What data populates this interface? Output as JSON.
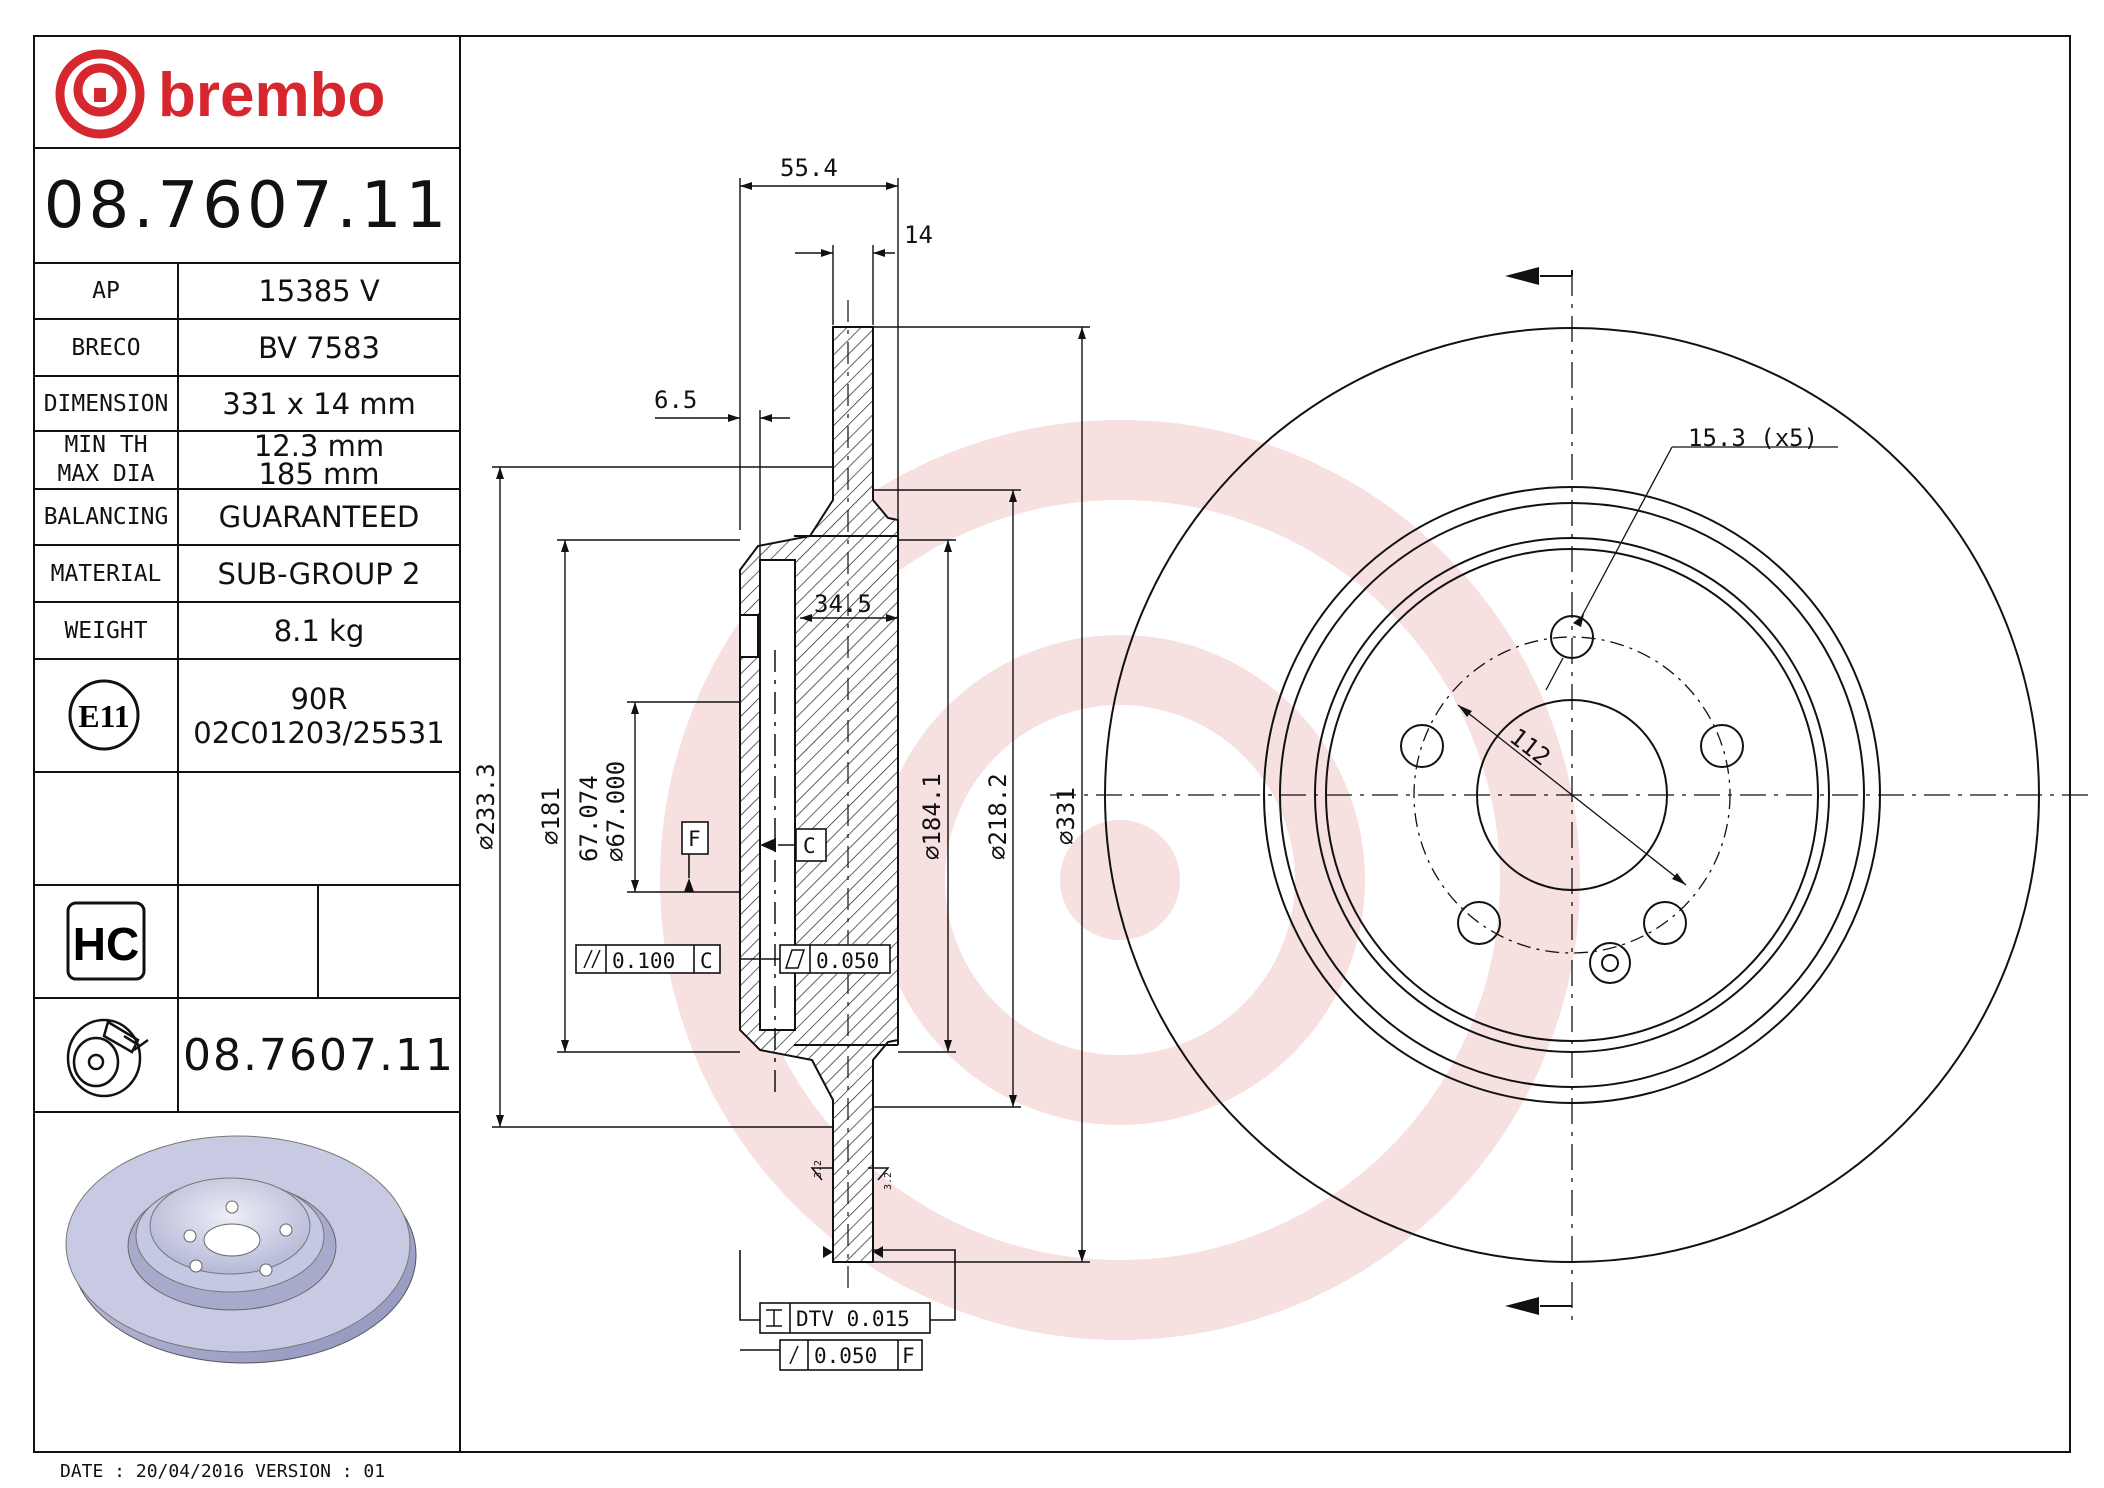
{
  "brand": {
    "name": "brembo",
    "color": "#d6262e"
  },
  "part_number": "08.7607.11",
  "specs": {
    "ap_label": "AP",
    "ap_value": "15385 V",
    "breco_label": "BRECO",
    "breco_value": "BV 7583",
    "dimension_label": "DIMENSION",
    "dimension_value": "331 x 14 mm",
    "min_th_label": "MIN TH",
    "min_th_value": "12.3 mm",
    "max_dia_label": "MAX DIA",
    "max_dia_value": "185 mm",
    "balancing_label": "BALANCING",
    "balancing_value": "GUARANTEED",
    "material_label": "MATERIAL",
    "material_value": "SUB-GROUP 2",
    "weight_label": "WEIGHT",
    "weight_value": "8.1 kg"
  },
  "approval": {
    "mark": "E11",
    "regulation": "90R",
    "number": "02C01203/25531"
  },
  "hc_mark": "HC",
  "footer_part_number": "08.7607.11",
  "footer": {
    "date_line": "DATE : 20/04/2016 VERSION : 01"
  },
  "dimensions": {
    "width_total": "55.4",
    "thickness": "14",
    "offset": "6.5",
    "hat_depth": "34.5",
    "dia_2333": "233.3",
    "dia_181": "181",
    "bore_max": "67.074",
    "bore_min": "67.000",
    "dia_1841": "184.1",
    "dia_2182": "218.2",
    "dia_331": "331",
    "bolt_hole": "15.3 (x5)",
    "pcd": "112",
    "roughness": "3.2"
  },
  "tolerances": {
    "parallelism": "0.100",
    "flatness": "0.050",
    "dtv": "DTV 0.015",
    "runout": "0.050",
    "datum_c": "C",
    "datum_f": "F"
  },
  "icons": {
    "logo": "brembo-logo-icon",
    "e_mark": "e-mark-circle-icon",
    "hc": "hc-stamp-icon",
    "disc_thumb": "brake-disc-thumbnail-icon",
    "disc_render": "brake-disc-render-icon"
  }
}
